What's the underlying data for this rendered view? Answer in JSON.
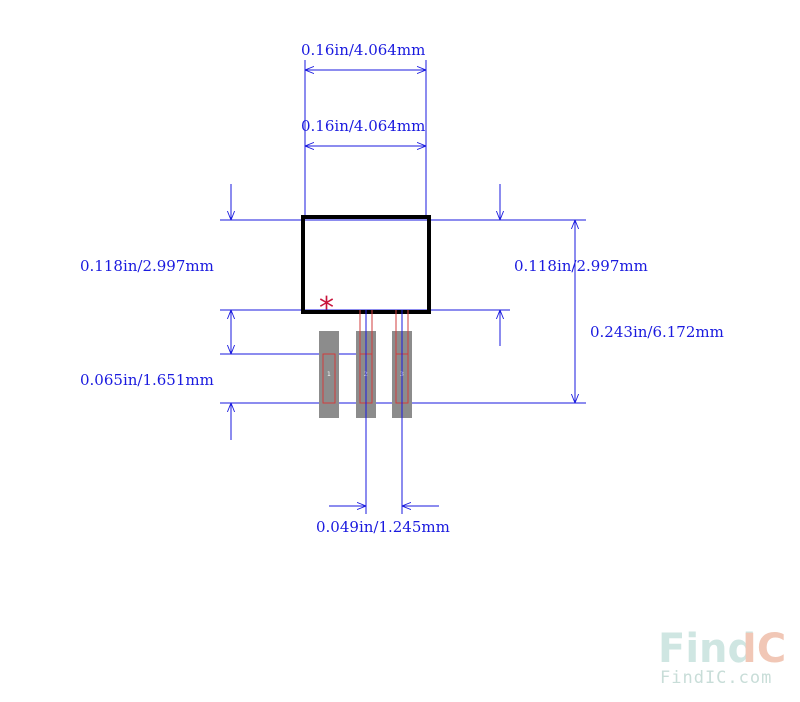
{
  "dimensions": {
    "top_outer": "0.16in/4.064mm",
    "top_inner": "0.16in/4.064mm",
    "left_body_height": "0.118in/2.997mm",
    "right_body_height": "0.118in/2.997mm",
    "overall_height": "0.243in/6.172mm",
    "pad_length": "0.065in/1.651mm",
    "pad_pitch": "0.049in/1.245mm"
  },
  "pin1_marker": "*",
  "pins": [
    "1",
    "2",
    "3"
  ],
  "watermark": {
    "logo_find": "Find",
    "logo_ic": "IC",
    "domain": "FindIC.com"
  },
  "colors": {
    "dimension": "#1a1adf",
    "body_outline": "#000000",
    "pad": "#8c8c8c",
    "pad_outline": "#d23c3c",
    "marker": "#c8143c"
  }
}
